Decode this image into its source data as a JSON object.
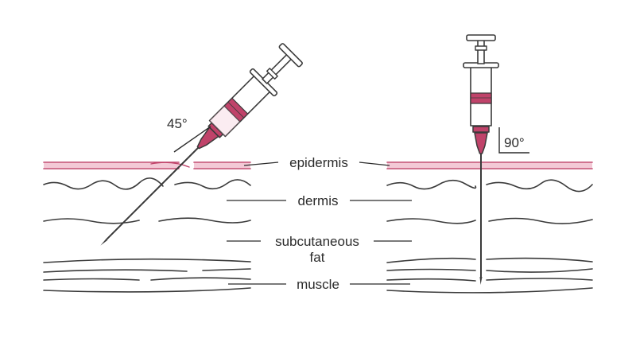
{
  "labels": {
    "epidermis": "epidermis",
    "dermis": "dermis",
    "subcutaneous_line1": "subcutaneous",
    "subcutaneous_line2": "fat",
    "muscle": "muscle"
  },
  "angles": {
    "left": "45°",
    "right": "90°"
  },
  "colors": {
    "accent": "#c0436a",
    "epidermis_fill": "#f3c9d6",
    "line": "#3a3a3a"
  }
}
